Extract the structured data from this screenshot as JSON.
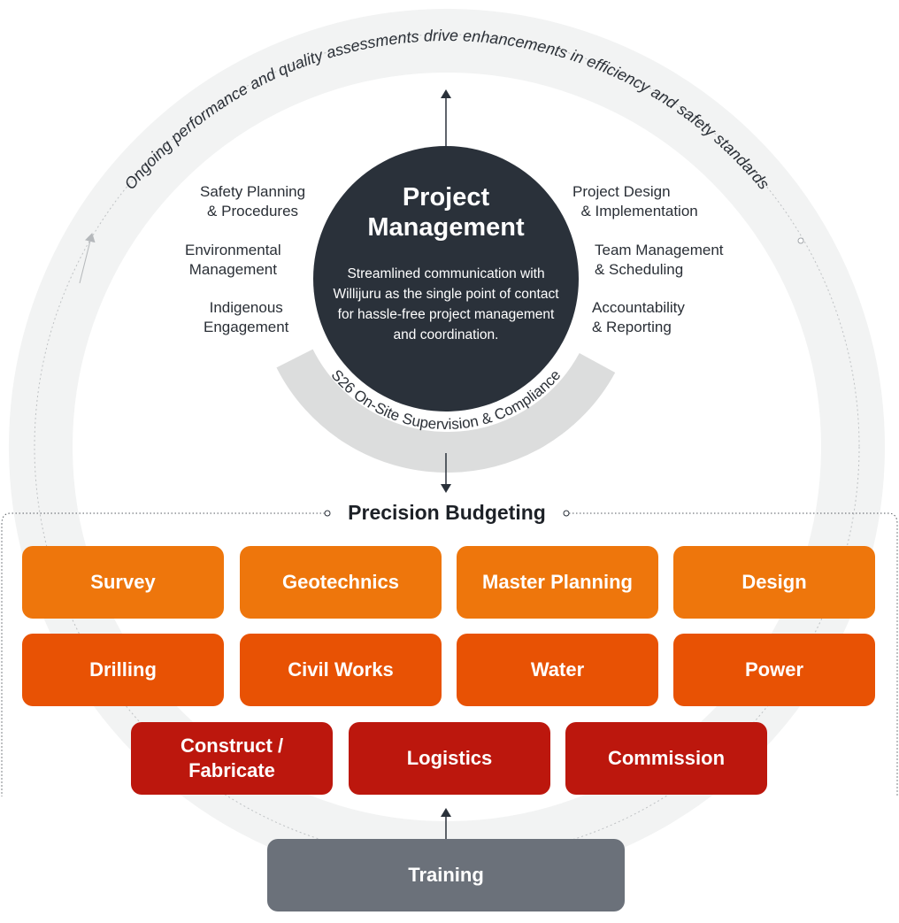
{
  "cycle_text": "Ongoing performance and quality assessments drive enhancements in efficiency and safety standards",
  "center": {
    "title": "Project\nManagement",
    "description": "Streamlined communication with Willijuru as the single point of contact for hassle-free project management and coordination.",
    "arc_label": "S26 On-Site Supervision & Compliance"
  },
  "left_labels": [
    "Safety Planning\n& Procedures",
    "Environmental\nManagement",
    "Indigenous\nEngagement"
  ],
  "right_labels": [
    "Project Design\n  & Implementation",
    "Team Management\n& Scheduling",
    "Accountability\n& Reporting"
  ],
  "budget_title": "Precision Budgeting",
  "row1": [
    "Survey",
    "Geotechnics",
    "Master Planning",
    "Design"
  ],
  "row2": [
    "Drilling",
    "Civil Works",
    "Water",
    "Power"
  ],
  "row3": [
    "Construct /\nFabricate",
    "Logistics",
    "Commission"
  ],
  "foundation": "Training",
  "colors": {
    "row1": "#ee760c",
    "row2": "#e85204",
    "row3": "#bc170d",
    "center": "#2a313a",
    "training": "#6b717a",
    "ring": "#f2f3f3"
  }
}
